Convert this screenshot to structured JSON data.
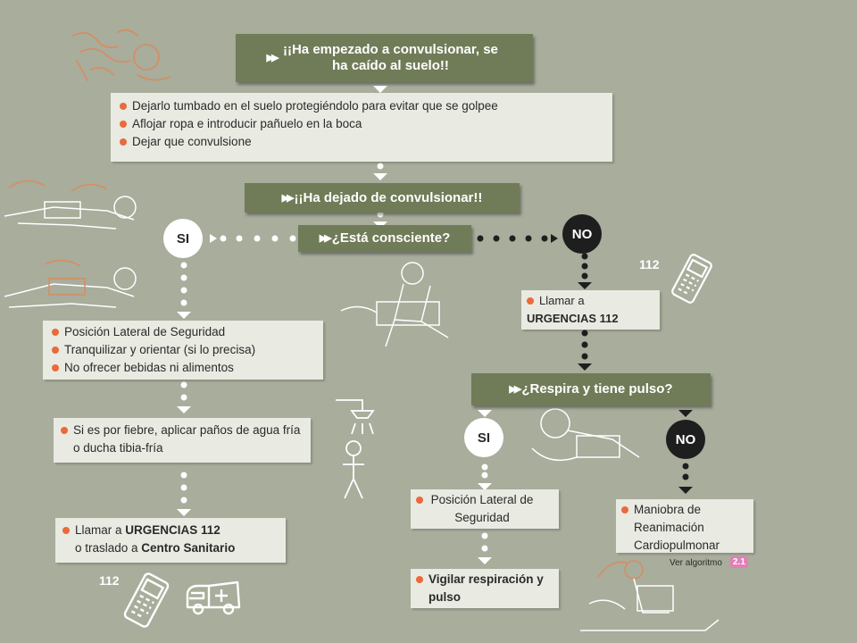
{
  "headers": {
    "start": "¡¡Ha empezado a convulsionar, se ha caído al suelo!!",
    "stopped": "¡¡Ha dejado de convulsionar!!",
    "conscious": "¿Está consciente?",
    "breathing": "¿Respira y tiene pulso?"
  },
  "boxes": {
    "first": [
      "Dejarlo tumbado en el suelo protegiéndolo para evitar que se golpee",
      "Aflojar ropa e introducir pañuelo en la boca",
      "Dejar que convulsione"
    ],
    "si_actions": [
      "Posición Lateral de Seguridad",
      "Tranquilizar y orientar (si lo precisa)",
      "No ofrecer bebidas ni alimentos"
    ],
    "fever": "Si es por fiebre, aplicar paños de agua fría o ducha tibia-fría",
    "call_parts": [
      "Llamar a ",
      "URGENCIAS 112",
      "o traslado a ",
      "Centro Sanitario"
    ],
    "no_call_parts": [
      "Llamar a",
      "URGENCIAS 112"
    ],
    "pls": "Posición Lateral de Seguridad",
    "watch": "Vigilar respiración y pulso",
    "rcp": "Maniobra de Reanimación Cardiopulmonar"
  },
  "answers": {
    "yes": "SI",
    "no": "NO"
  },
  "phone_number": "112",
  "see_algorithm": "Ver algoritmo",
  "algorithm_ref": "2.1",
  "colors": {
    "header_bg": "#707c58",
    "box_bg": "#e9eae2",
    "bullet": "#ea6a3b",
    "background": "#a8ad9c",
    "no_circle": "#1e1e1e",
    "ref_badge": "#e27fb7"
  },
  "icons": [
    "mobile-phone-icon",
    "ambulance-icon",
    "shower-icon"
  ]
}
